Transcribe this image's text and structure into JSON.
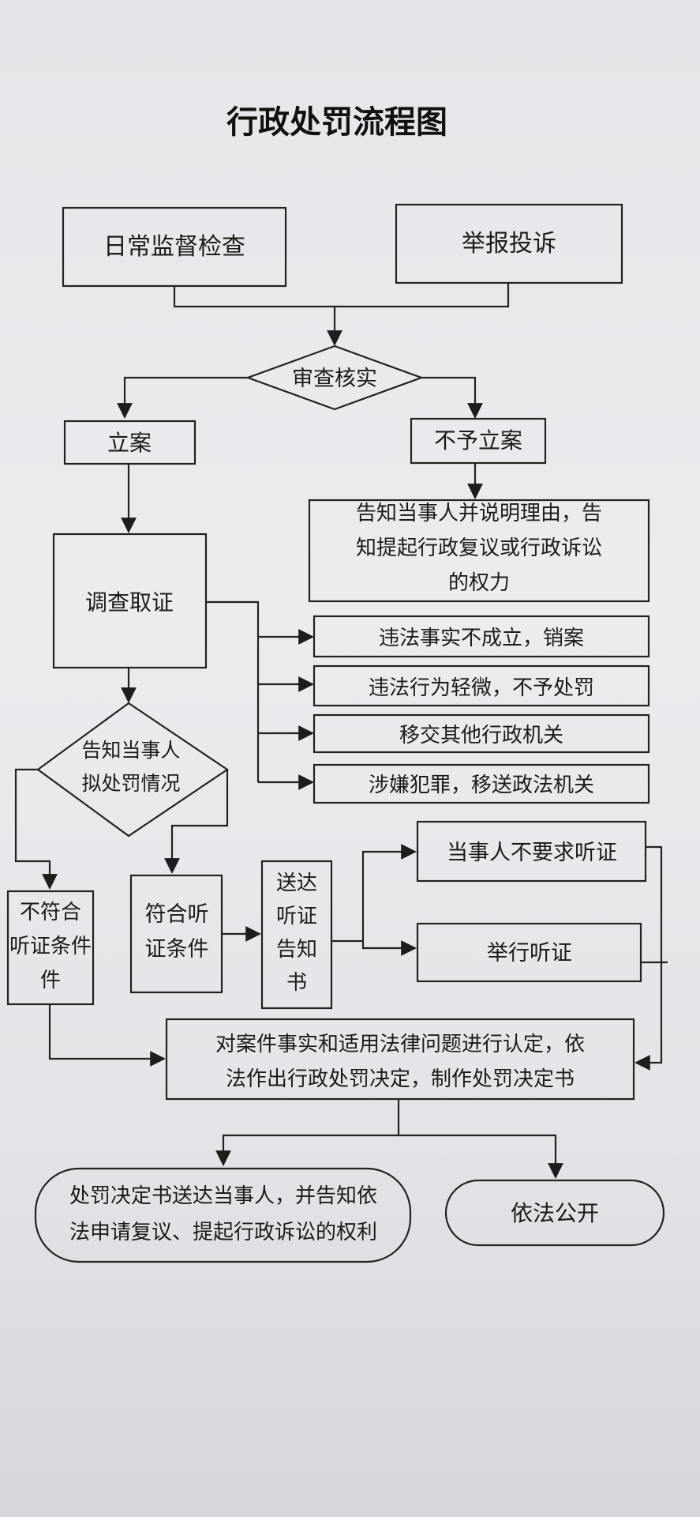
{
  "title": "行政处罚流程图",
  "nodes": {
    "daily_inspection": "日常监督检查",
    "report_complaint": "举报投诉",
    "review_verify": "审查核实",
    "file_case": "立案",
    "no_case": "不予立案",
    "notify_reason": [
      "告知当事人并说明理由，告",
      "知提起行政复议或行政诉讼",
      "的权力"
    ],
    "investigate": "调查取证",
    "outcome_1": "违法事实不成立，销案",
    "outcome_2": "违法行为轻微，不予处罚",
    "outcome_3": "移交其他行政机关",
    "outcome_4": "涉嫌犯罪，移送政法机关",
    "notify_penalty": [
      "告知当事人",
      "拟处罚情况"
    ],
    "not_meet_hearing": [
      "不符合",
      "听证条件",
      "件"
    ],
    "meet_hearing": [
      "符合听",
      "证条件"
    ],
    "deliver_notice": [
      "送达",
      "听证",
      "告知",
      "书"
    ],
    "no_hearing_request": "当事人不要求听证",
    "hold_hearing": "举行听证",
    "decision": [
      "对案件事实和适用法律问题进行认定，依",
      "法作出行政处罚决定，制作处罚决定书"
    ],
    "deliver_decision": [
      "处罚决定书送达当事人，并告知依",
      "法申请复议、提起行政诉讼的权利"
    ],
    "publicize": "依法公开"
  }
}
